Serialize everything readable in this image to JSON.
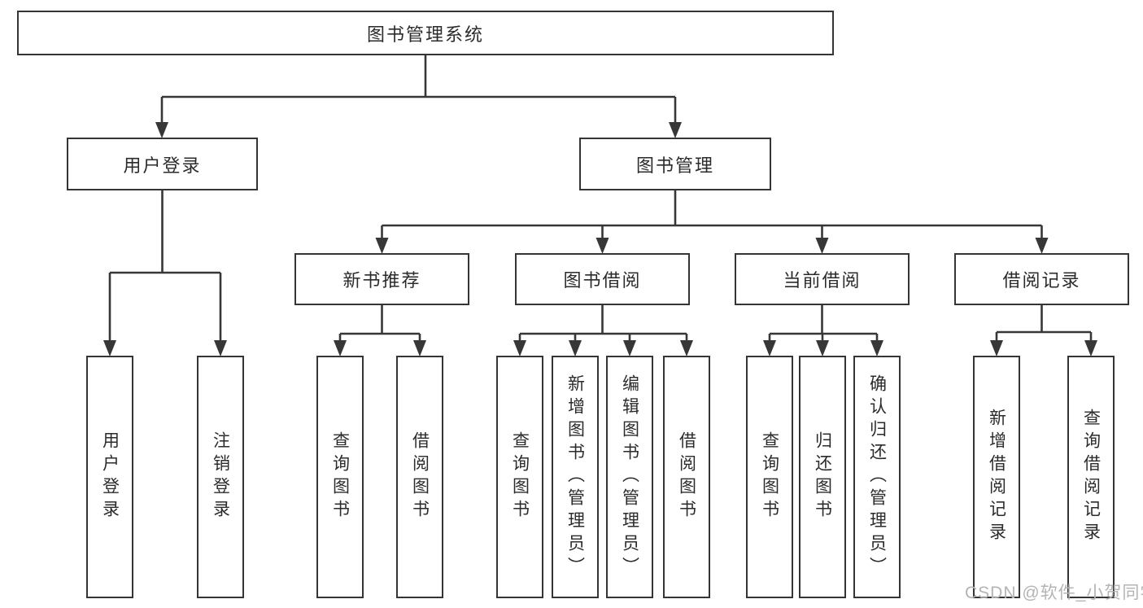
{
  "nodes": {
    "root": {
      "label": "图书管理系统"
    },
    "level2": [
      {
        "label": "用户登录"
      },
      {
        "label": "图书管理"
      }
    ],
    "level3": [
      {
        "label": "新书推荐",
        "parent": "图书管理"
      },
      {
        "label": "图书借阅",
        "parent": "图书管理"
      },
      {
        "label": "当前借阅",
        "parent": "图书管理"
      },
      {
        "label": "借阅记录",
        "parent": "图书管理"
      }
    ],
    "leaves": [
      {
        "label": "用户登录",
        "parent": "用户登录"
      },
      {
        "label": "注销登录",
        "parent": "用户登录"
      },
      {
        "label": "查询图书",
        "parent": "新书推荐"
      },
      {
        "label": "借阅图书",
        "parent": "新书推荐"
      },
      {
        "label": "查询图书",
        "parent": "图书借阅"
      },
      {
        "label": "新增图书（管理员）",
        "parent": "图书借阅"
      },
      {
        "label": "编辑图书（管理员）",
        "parent": "图书借阅"
      },
      {
        "label": "借阅图书",
        "parent": "图书借阅"
      },
      {
        "label": "查询图书",
        "parent": "当前借阅"
      },
      {
        "label": "归还图书",
        "parent": "当前借阅"
      },
      {
        "label": "确认归还（管理员）",
        "parent": "当前借阅"
      },
      {
        "label": "新增借阅记录",
        "parent": "借阅记录"
      },
      {
        "label": "查询借阅记录",
        "parent": "借阅记录"
      }
    ]
  },
  "watermark": "CSDN @软件_小贺同学",
  "colors": {
    "line": "#373737",
    "border": "#353535",
    "text": "#2b2b2b",
    "box_background": "#ffffff",
    "watermark": "#b4b4b4",
    "page_background": "#ffffff"
  }
}
